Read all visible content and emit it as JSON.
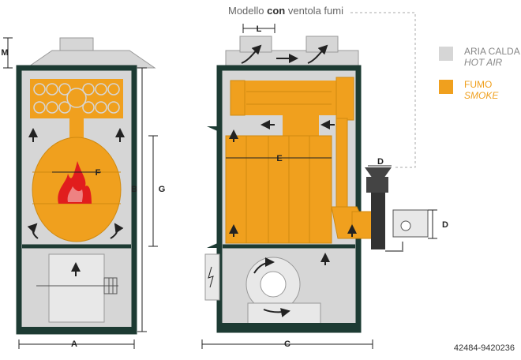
{
  "title": {
    "prefix": "Modello ",
    "bold": "con",
    "suffix": " ventola fumi"
  },
  "legend": [
    {
      "label": "ARIA CALDA",
      "label_en": "HOT AIR",
      "color": "#d6d6d6"
    },
    {
      "label": "FUMO",
      "label_en": "SMOKE",
      "color": "#f0a01e"
    }
  ],
  "dimensions": {
    "A": "A",
    "B": "B",
    "C": "C",
    "D_top": "D",
    "D_side": "D",
    "E": "E",
    "F": "F",
    "G": "G",
    "L": "L",
    "M": "M"
  },
  "reference": "42484-9420236",
  "colors": {
    "frame": "#1d3b33",
    "smoke": "#f0a01e",
    "air": "#d6d6d6",
    "flame": "#e11d1d",
    "arrow": "#222222"
  }
}
